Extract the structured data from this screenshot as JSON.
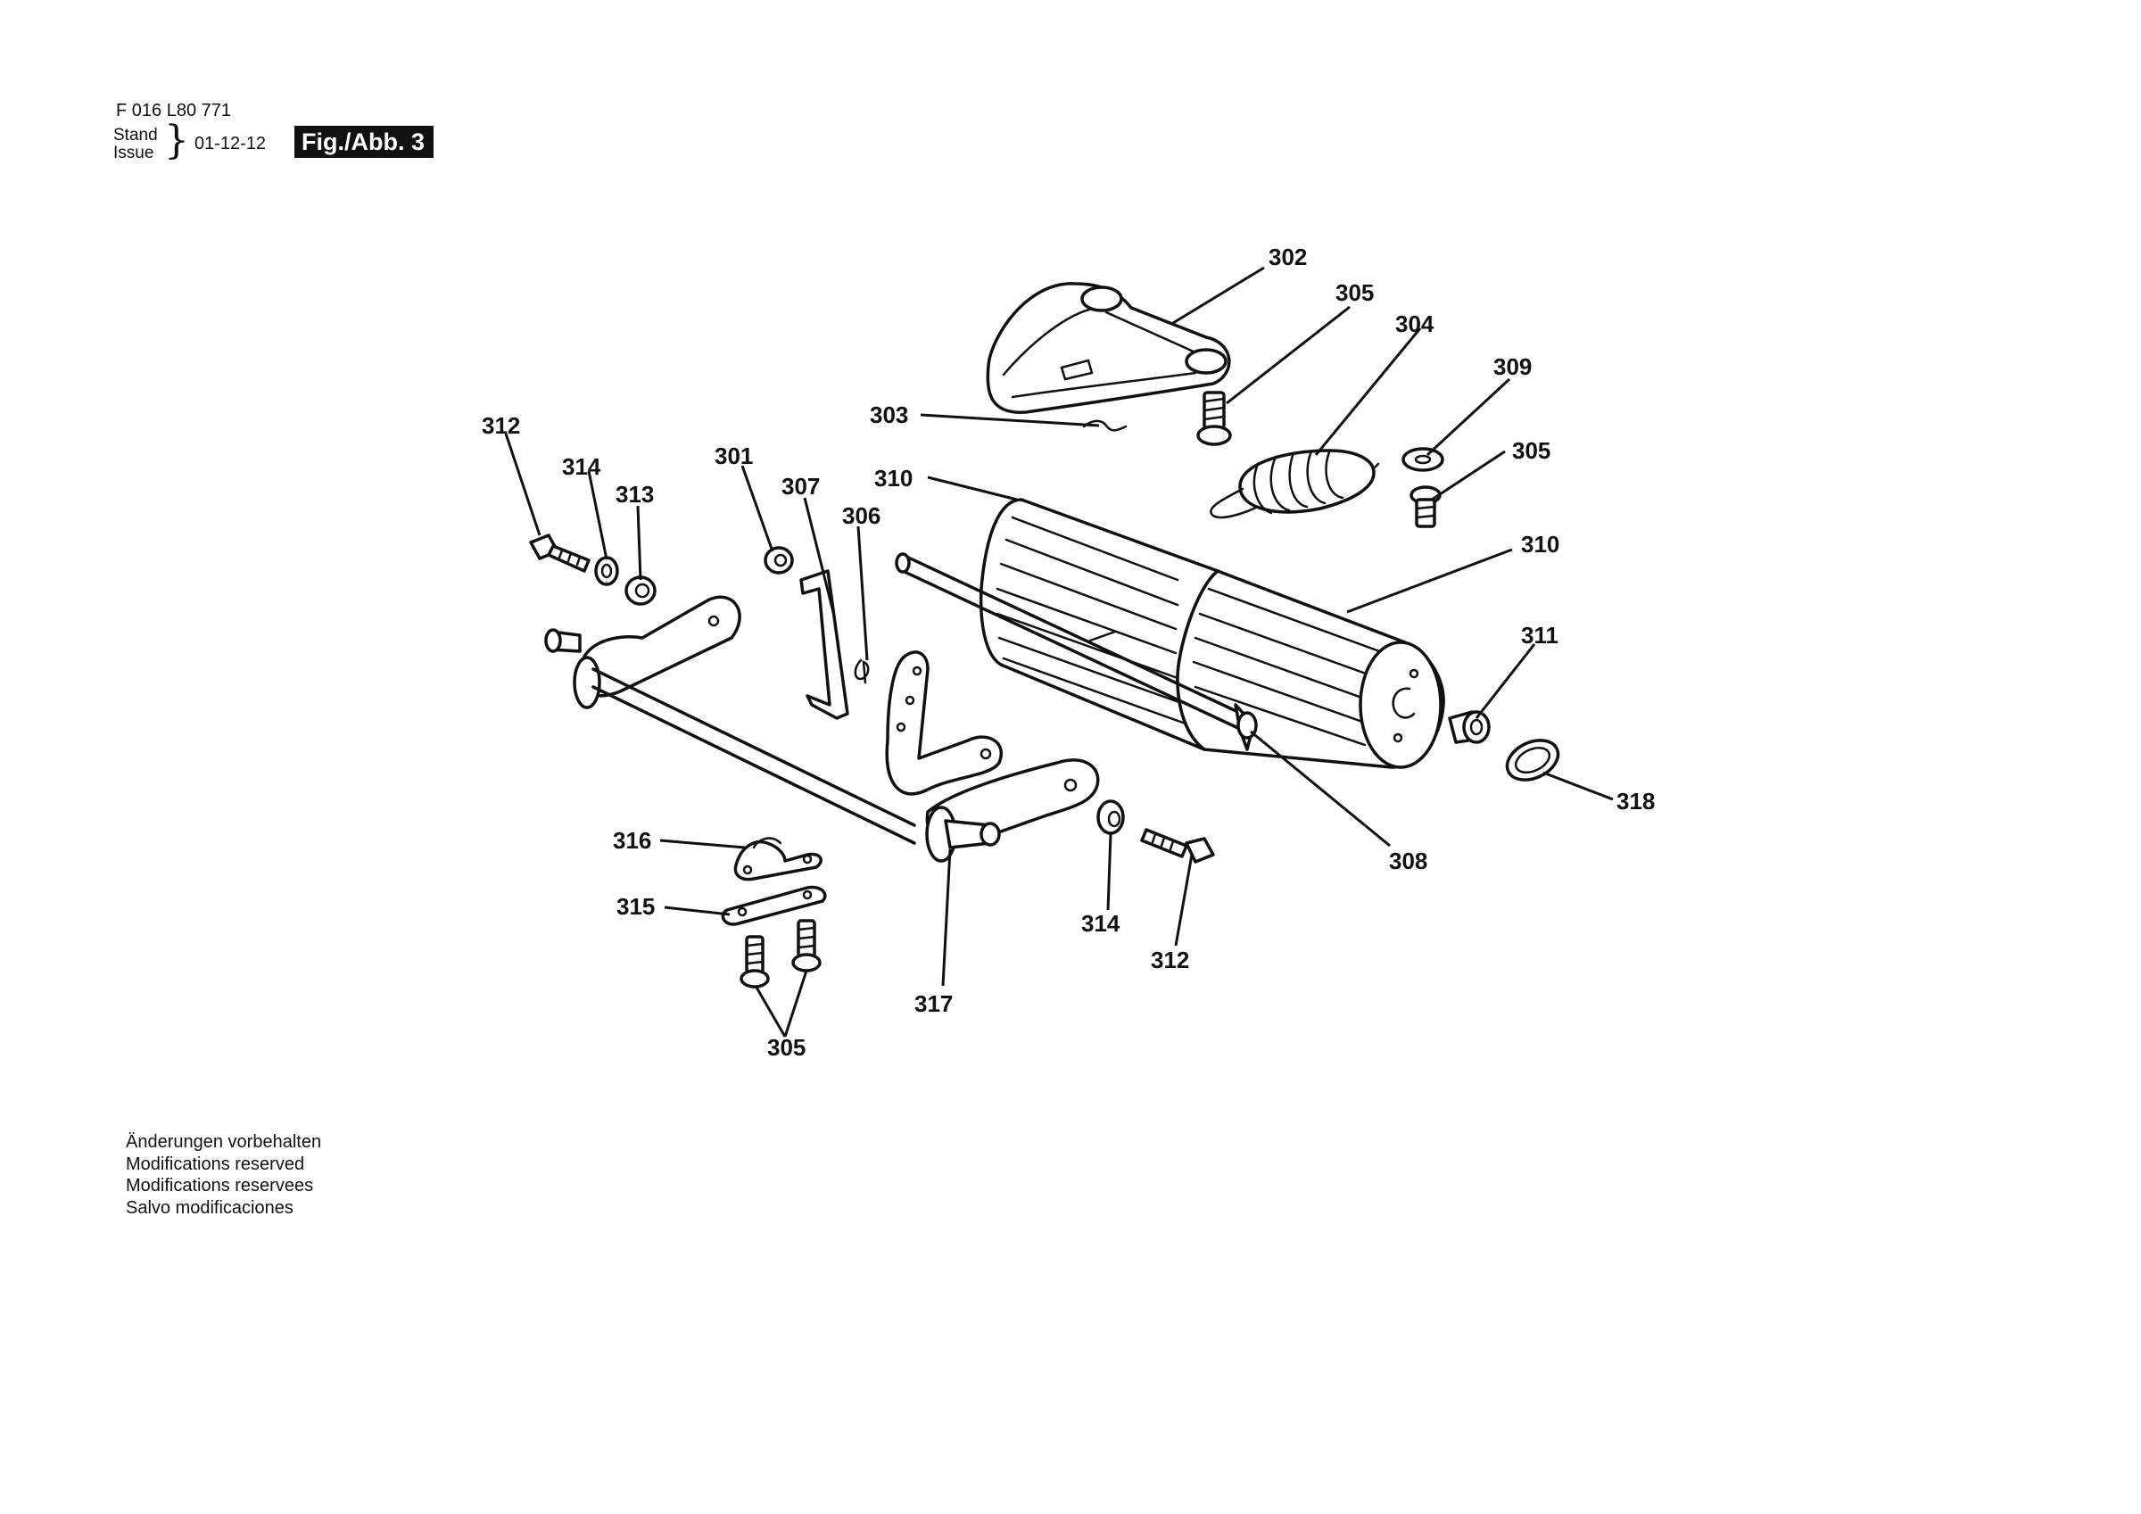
{
  "header": {
    "doc_number": "F 016 L80 771",
    "stand_label": "Stand",
    "issue_label": "Issue",
    "brace": "}",
    "issue_date": "01-12-12",
    "figure_label": "Fig./Abb. 3"
  },
  "callouts": {
    "c301": "301",
    "c302": "302",
    "c303": "303",
    "c304": "304",
    "c305_top": "305",
    "c305_right": "305",
    "c305_bottom": "305",
    "c306": "306",
    "c307": "307",
    "c308": "308",
    "c309": "309",
    "c310_left": "310",
    "c310_right": "310",
    "c311": "311",
    "c312_left": "312",
    "c312_bottom": "312",
    "c313": "313",
    "c314_left": "314",
    "c314_bottom": "314",
    "c315": "315",
    "c316": "316",
    "c317": "317",
    "c318": "318"
  },
  "notes": [
    "Änderungen vorbehalten",
    "Modifications reserved",
    "Modifications reservees",
    "Salvo modificaciones"
  ]
}
